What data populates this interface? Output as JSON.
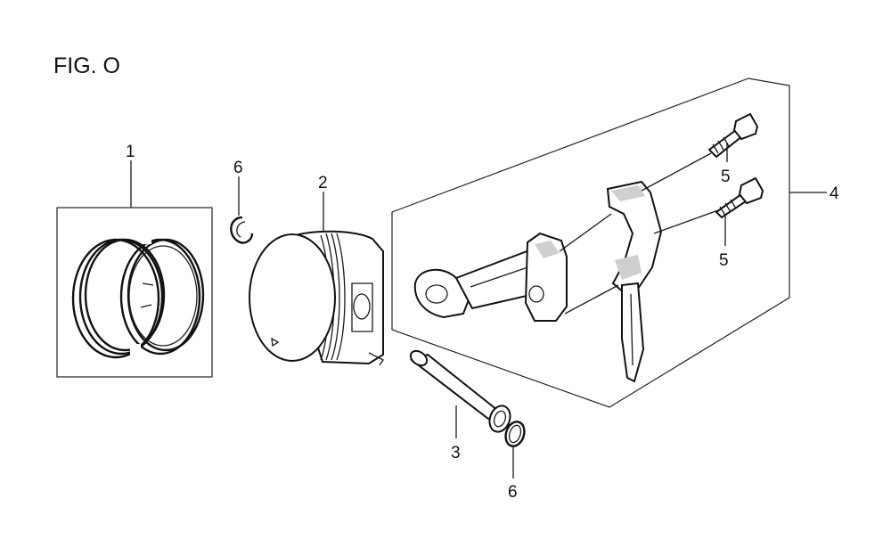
{
  "figure": {
    "title": "FIG. O"
  },
  "callouts": [
    {
      "id": "c1",
      "text": "1"
    },
    {
      "id": "c2",
      "text": "2"
    },
    {
      "id": "c3",
      "text": "3"
    },
    {
      "id": "c4",
      "text": "4"
    },
    {
      "id": "c5a",
      "text": "5"
    },
    {
      "id": "c5b",
      "text": "5"
    },
    {
      "id": "c6a",
      "text": "6"
    },
    {
      "id": "c6b",
      "text": "6"
    }
  ],
  "parts": [
    {
      "ref": "1",
      "icon": "piston-ring-set-icon"
    },
    {
      "ref": "2",
      "icon": "piston-icon"
    },
    {
      "ref": "3",
      "icon": "piston-pin-icon"
    },
    {
      "ref": "4",
      "icon": "connecting-rod-assembly-icon"
    },
    {
      "ref": "5",
      "icon": "rod-bolt-icon"
    },
    {
      "ref": "6",
      "icon": "pin-clip-icon"
    }
  ],
  "colors": {
    "line": "#111111",
    "background": "#ffffff"
  }
}
